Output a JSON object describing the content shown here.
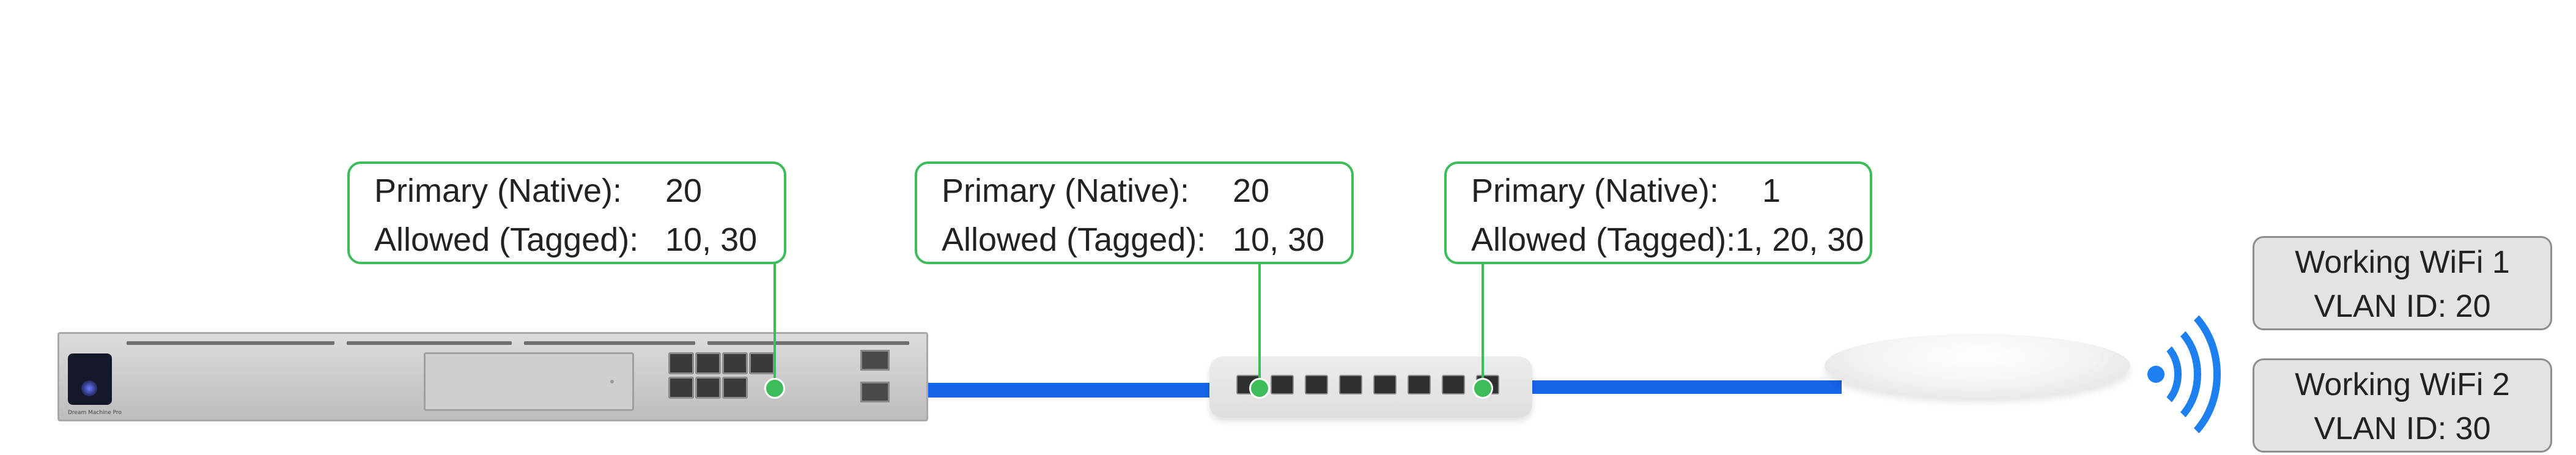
{
  "configs": [
    {
      "primary_label": "Primary (Native):",
      "primary_value": "20",
      "allowed_label": "Allowed (Tagged):",
      "allowed_value": "10, 30"
    },
    {
      "primary_label": "Primary (Native):",
      "primary_value": "20",
      "allowed_label": "Allowed (Tagged):",
      "allowed_value": "10, 30"
    },
    {
      "primary_label": "Primary (Native):",
      "primary_value": "1",
      "allowed_label": "Allowed (Tagged):",
      "allowed_value": "1, 20, 30"
    }
  ],
  "ssids": [
    {
      "name": "Working WiFi 1",
      "vlan": "VLAN ID: 20"
    },
    {
      "name": "Working WiFi 2",
      "vlan": "VLAN ID: 30"
    }
  ],
  "devices": {
    "gateway": {
      "icon": "rack-gateway-icon",
      "brand_text": "Dream Machine Pro"
    },
    "switch": {
      "icon": "poe-switch-icon"
    },
    "access_point": {
      "icon": "access-point-icon"
    }
  },
  "colors": {
    "callout_border": "#3dbd5a",
    "cable": "#1565e8",
    "wifi": "#1e7ff0",
    "ssid_fill": "#e3e3e3"
  }
}
